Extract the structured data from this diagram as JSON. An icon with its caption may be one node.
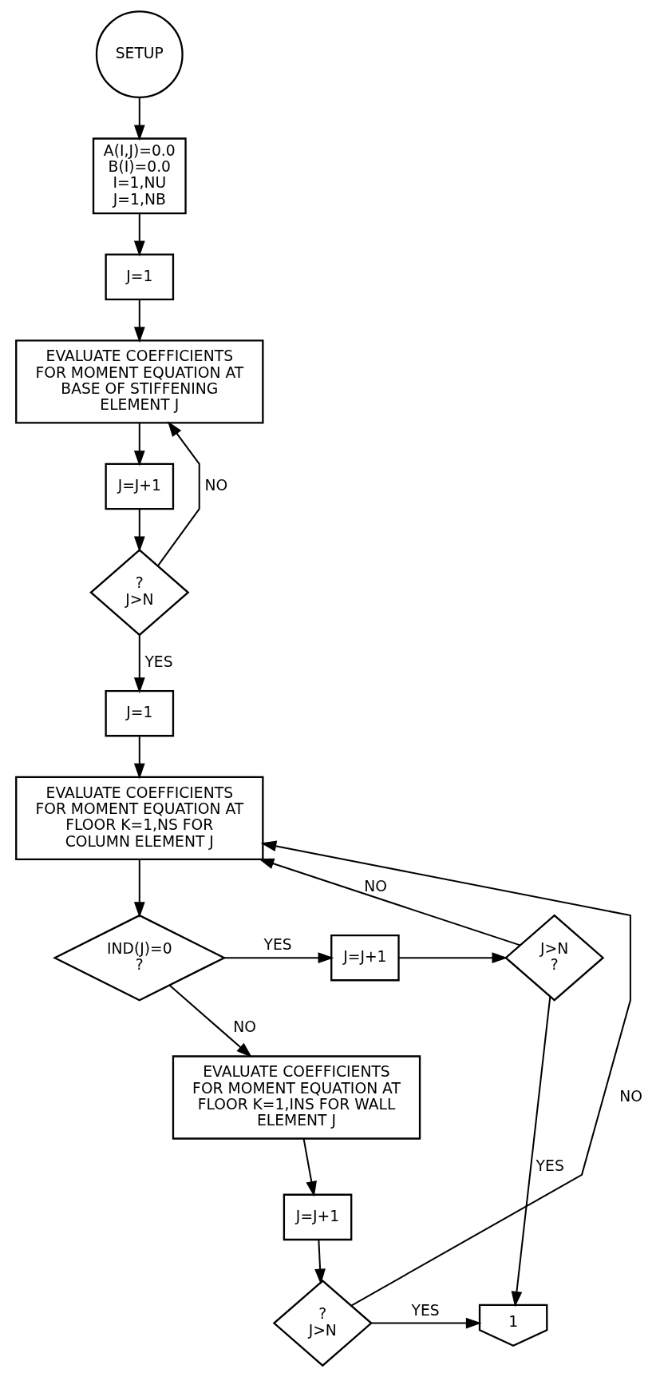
{
  "diagram": {
    "nodes": [
      {
        "text": [
          "SETUP"
        ]
      },
      {
        "text": [
          "A(I,J)=0.0",
          "B(I)=0.0",
          "I=1,NU",
          "J=1,NB"
        ]
      },
      {
        "text": [
          "J=1"
        ]
      },
      {
        "text": [
          "EVALUATE COEFFICIENTS FOR MOMENT EQUATION AT BASE OF STIFFENING ELEMENT J"
        ]
      },
      {
        "text": [
          "J=J+1"
        ]
      },
      {
        "text": [
          "?",
          "J>N"
        ]
      },
      {
        "text": [
          "J=1"
        ]
      },
      {
        "text": [
          "EVALUATE COEFFICIENTS FOR MOMENT EQUATION AT FLOOR K=1,NS FOR COLUMN ELEMENT J"
        ]
      },
      {
        "text": [
          "IND(J)=0",
          "?"
        ]
      },
      {
        "text": [
          "J=J+1"
        ]
      },
      {
        "text": [
          "J>N",
          "?"
        ]
      },
      {
        "text": [
          "EVALUATE COEFFICIENTS FOR MOMENT EQUATION AT FLOOR K=1,INS FOR WALL ELEMENT J"
        ]
      },
      {
        "text": [
          "J=J+1"
        ]
      },
      {
        "text": [
          "?",
          "J>N"
        ]
      },
      {
        "text": [
          "1"
        ]
      }
    ],
    "edges": [
      {
        "from": 0,
        "to": 1,
        "arrow": "to"
      },
      {
        "from": 1,
        "to": 2,
        "arrow": "to"
      },
      {
        "from": 2,
        "to": 3,
        "arrow": "to"
      },
      {
        "from": 3,
        "to": 4,
        "arrow": "to"
      },
      {
        "from": 4,
        "to": 5,
        "arrow": "to"
      },
      {
        "from": 5,
        "to": 3,
        "arrow": "to",
        "label": "NO"
      },
      {
        "from": 5,
        "to": 6,
        "arrow": "to",
        "label": "YES"
      },
      {
        "from": 6,
        "to": 7,
        "arrow": "to"
      },
      {
        "from": 7,
        "to": 8,
        "arrow": "to"
      },
      {
        "from": 8,
        "to": 9,
        "arrow": "to",
        "label": "YES"
      },
      {
        "from": 9,
        "to": 10,
        "arrow": "to"
      },
      {
        "from": 10,
        "to": 7,
        "arrow": "to",
        "label": "NO"
      },
      {
        "from": 10,
        "to": 14,
        "arrow": "to",
        "label": "YES"
      },
      {
        "from": 8,
        "to": 11,
        "arrow": "to",
        "label": "NO"
      },
      {
        "from": 11,
        "to": 12,
        "arrow": "to"
      },
      {
        "from": 12,
        "to": 13,
        "arrow": "to"
      },
      {
        "from": 13,
        "to": 7,
        "arrow": "to",
        "label": "NO"
      },
      {
        "from": 13,
        "to": 14,
        "arrow": "to",
        "label": "YES"
      }
    ]
  }
}
